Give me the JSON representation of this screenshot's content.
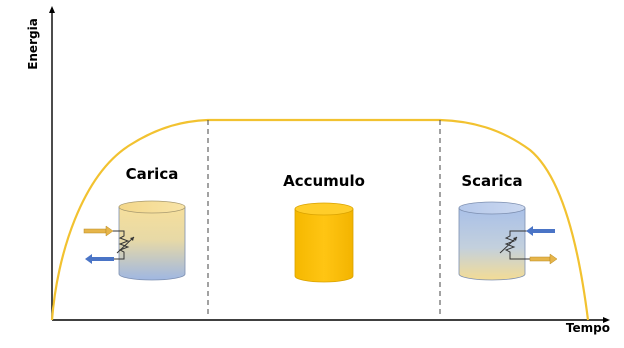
{
  "axes": {
    "y_label": "Energia",
    "x_label": "Tempo"
  },
  "phases": {
    "charge": "Carica",
    "storage": "Accumulo",
    "discharge": "Scarica"
  },
  "colors": {
    "curve": "#f2c230",
    "axis": "#000000",
    "divider": "#444444",
    "tank_full": "#ffc000",
    "tank_warm": "#f6df9c",
    "tank_cold": "#9fb7e2",
    "arrow_hot": "#e6b54a",
    "arrow_cold": "#4a74c6"
  }
}
